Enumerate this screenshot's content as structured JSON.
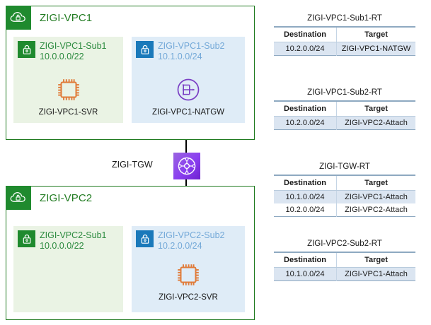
{
  "colors": {
    "vpc_border": "#1f7a1f",
    "vpc_green": "#1f8a2e",
    "subnet_blue": "#1a79ba",
    "subnet_bg_green": "#eaf3e4",
    "subnet_bg_blue": "#dfecf7",
    "server_orange": "#e07b39",
    "natgw_purple": "#7a3fc4",
    "tgw_purple": "#8a3ff0",
    "table_row_alt": "#dbe5f1",
    "table_border": "#8ea9c1"
  },
  "vpcs": [
    {
      "title": "ZIGI-VPC1",
      "icon": "vpc-cloud-lock-icon",
      "subnets": [
        {
          "name": "ZIGI-VPC1-Sub1",
          "cidr": "10.0.0.0/22",
          "type": "private",
          "icon": "subnet-lock-icon",
          "resource": {
            "label": "ZIGI-VPC1-SVR",
            "icon": "server-chip-icon"
          }
        },
        {
          "name": "ZIGI-VPC1-Sub2",
          "cidr": "10.1.0.0/24",
          "type": "public",
          "icon": "subnet-lock-icon",
          "resource": {
            "label": "ZIGI-VPC1-NATGW",
            "icon": "nat-gateway-icon"
          }
        }
      ]
    },
    {
      "title": "ZIGI-VPC2",
      "icon": "vpc-cloud-lock-icon",
      "subnets": [
        {
          "name": "ZIGI-VPC2-Sub1",
          "cidr": "10.0.0.0/22",
          "type": "private",
          "icon": "subnet-lock-icon",
          "resource": {
            "label": "",
            "icon": ""
          }
        },
        {
          "name": "ZIGI-VPC2-Sub2",
          "cidr": "10.2.0.0/24",
          "type": "public",
          "icon": "subnet-lock-icon",
          "resource": {
            "label": "ZIGI-VPC2-SVR",
            "icon": "server-chip-icon"
          }
        }
      ]
    }
  ],
  "transit_gateway": {
    "label": "ZIGI-TGW",
    "icon": "transit-gateway-icon"
  },
  "route_tables": [
    {
      "title": "ZIGI-VPC1-Sub1-RT",
      "columns": [
        "Destination",
        "Target"
      ],
      "rows": [
        {
          "destination": "10.2.0.0/24",
          "target": "ZIGI-VPC1-NATGW"
        }
      ]
    },
    {
      "title": "ZIGI-VPC1-Sub2-RT",
      "columns": [
        "Destination",
        "Target"
      ],
      "rows": [
        {
          "destination": "10.2.0.0/24",
          "target": "ZIGI-VPC2-Attach"
        }
      ]
    },
    {
      "title": "ZIGI-TGW-RT",
      "columns": [
        "Destination",
        "Target"
      ],
      "rows": [
        {
          "destination": "10.1.0.0/24",
          "target": "ZIGI-VPC1-Attach"
        },
        {
          "destination": "10.2.0.0/24",
          "target": "ZIGI-VPC2-Attach"
        }
      ]
    },
    {
      "title": "ZIGI-VPC2-Sub2-RT",
      "columns": [
        "Destination",
        "Target"
      ],
      "rows": [
        {
          "destination": "10.1.0.0/24",
          "target": "ZIGI-VPC1-Attach"
        }
      ]
    }
  ]
}
